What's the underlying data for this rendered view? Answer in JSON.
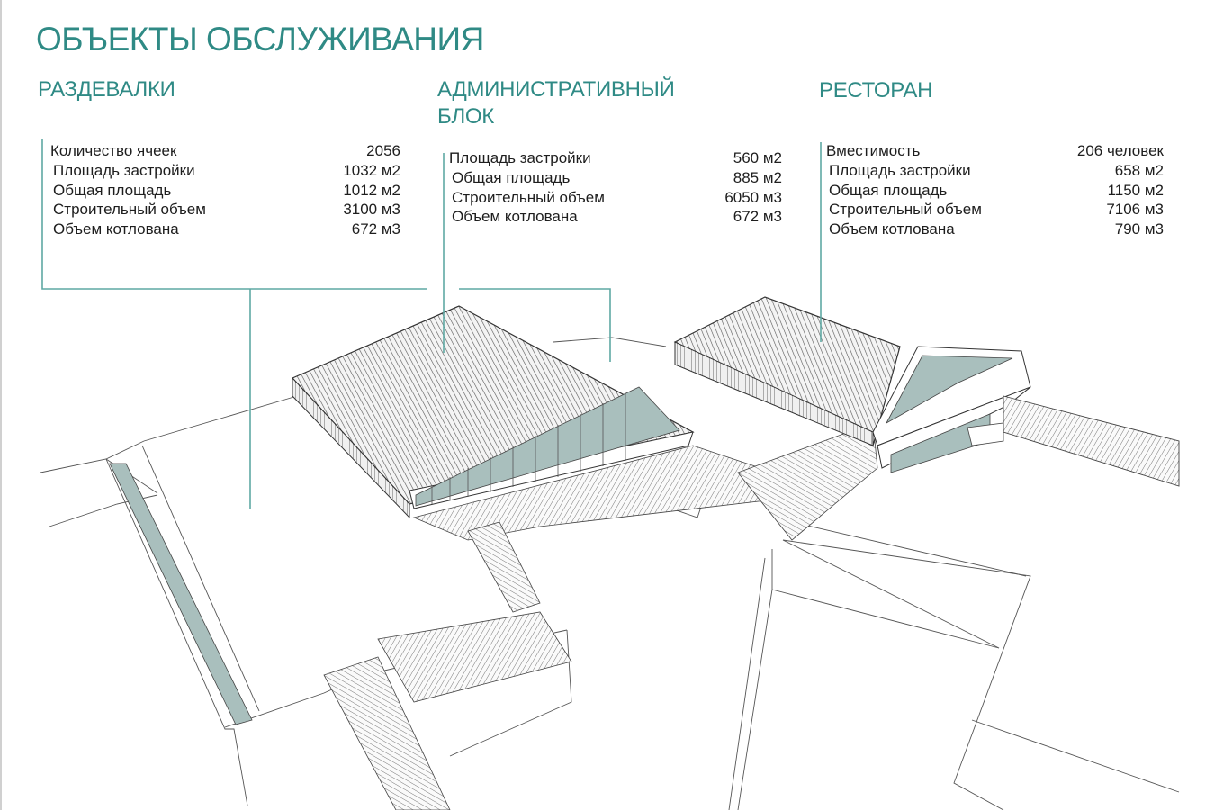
{
  "page": {
    "title": "ОБЪЕКТЫ ОБСЛУЖИВАНИЯ",
    "accent_color": "#2f8a85",
    "leader_color": "#5fa8a3",
    "glass_color": "#a9bfbd"
  },
  "sections": [
    {
      "id": "changing_rooms",
      "title": "РАЗДЕВАЛКИ",
      "specs": [
        {
          "label": "Количество ячеек",
          "value": "2056"
        },
        {
          "label": "Площадь застройки",
          "value": "1032 м2"
        },
        {
          "label": "Общая площадь",
          "value": "1012 м2"
        },
        {
          "label": "Строительный объем",
          "value": "3100 м3"
        },
        {
          "label": "Объем котлована",
          "value": "672 м3"
        }
      ]
    },
    {
      "id": "admin_block",
      "title_line1": "АДМИНИСТРАТИВНЫЙ",
      "title_line2": "БЛОК",
      "specs": [
        {
          "label": "Площадь застройки",
          "value": "560 м2"
        },
        {
          "label": "Общая площадь",
          "value": "885 м2"
        },
        {
          "label": "Строительный объем",
          "value": "6050 м3"
        },
        {
          "label": "Объем котлована",
          "value": "672 м3"
        }
      ]
    },
    {
      "id": "restaurant",
      "title": "РЕСТОРАН",
      "specs": [
        {
          "label": "Вместимость",
          "value": "206 человек"
        },
        {
          "label": "Площадь застройки",
          "value": "658 м2"
        },
        {
          "label": "Общая площадь",
          "value": "1150 м2"
        },
        {
          "label": "Строительный объем",
          "value": "7106 м3"
        },
        {
          "label": "Объем котлована",
          "value": "790 м3"
        }
      ]
    }
  ]
}
